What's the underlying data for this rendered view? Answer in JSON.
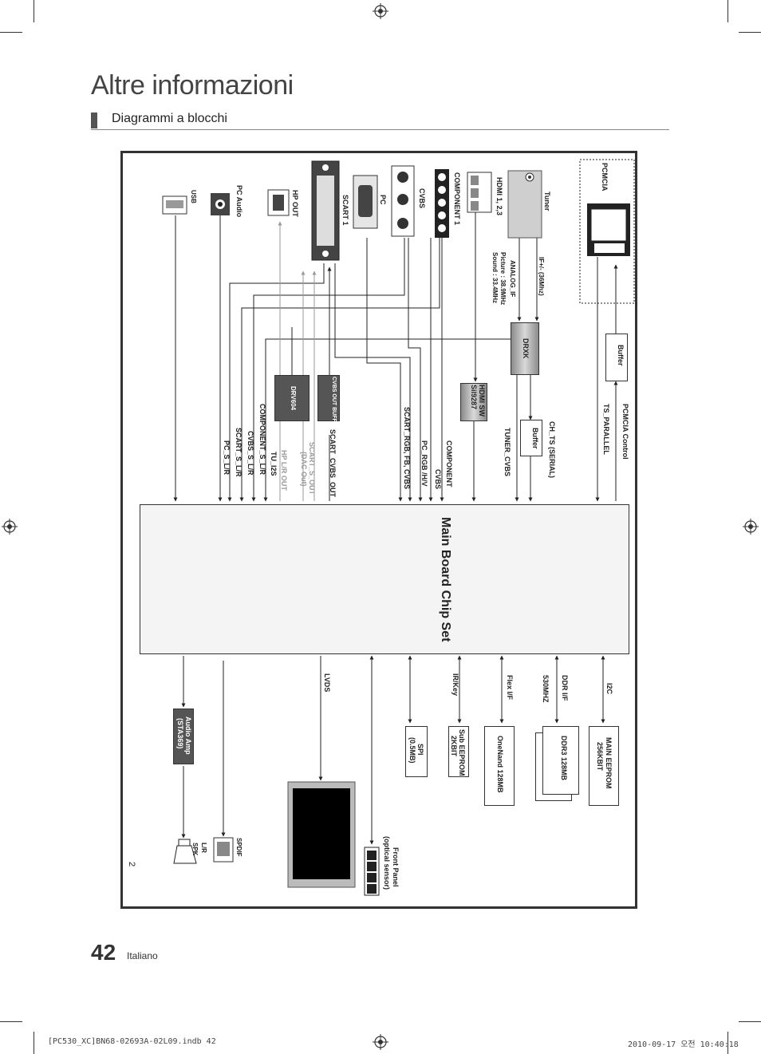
{
  "page": {
    "title": "Altre informazioni",
    "section_title": "Diagrammi a blocchi",
    "page_number": "42",
    "language": "Italiano",
    "footer_file": "[PC530_XC]BN68-02693A-02L09.indb   42",
    "footer_date": "2010-09-17   오전 10:40:18"
  },
  "diagram": {
    "chipset": "Main Board Chip Set",
    "inputs": {
      "pcmcia": "PCMCIA",
      "tuner": "Tuner",
      "hdmi": "HDMI 1, 2,3",
      "component": "COMPONENT 1",
      "cvbs": "CVBS",
      "pc": "PC",
      "scart": "SCART 1",
      "hp_out": "HP OUT",
      "pc_audio": "PC Audio",
      "usb": "USB"
    },
    "tuner_notes": {
      "if": "IF+/- (36Mhz)",
      "analog_if": "ANALOG_IF",
      "picture": "Picture : 38.9MHz",
      "sound": "Sound : 33.4MHz"
    },
    "blocks": {
      "buffer_top": "Buffer",
      "drxk": "DRXK",
      "buffer_mid": "Buffer",
      "hdmi_sw": "HDMI SW",
      "hdmi_sw_part": "Sil9287",
      "cvbs_out_buffer": "CVBS OUT BUFFER",
      "drv": "DRV604",
      "audio_amp": "Audio Amp",
      "audio_amp_part": "(STA369)",
      "main_eeprom": "MAIN EEPROM",
      "main_eeprom_size": "256KBIT",
      "ddr": "DDR3 128MB",
      "onenand": "OneNand 128MB",
      "sub_eeprom": "Sub EEPROM",
      "sub_eeprom_size": "2KBIT",
      "spi": "SPI",
      "spi_size": "(0.5MB)"
    },
    "signals": {
      "pcmcia_control": "PCMCIA Control",
      "ts_parallel": "TS_PARALLEL",
      "ch_ts": "CH_TS (SERIAL)",
      "tuner_cvbs": "TUNER_CVBS",
      "component": "COMPONENT",
      "cvbs": "CVBS",
      "pc_rgb": "PC_RGB /H/V",
      "scart_rgb": "SCART_RGB, FB, CVBS",
      "scart_cvbs_out": "SCART_CVBS_OUT",
      "scart_s_out": "SCART_S_OUT",
      "dac_out": "(DAC Out)",
      "hp_lr_out": "HP L/R OUT",
      "tu_i2s": "TU_I2S",
      "component_s_lr": "COMPONENT_S_L/R",
      "cvbs_s_lr": "CVBS_S_L/R",
      "scart_s_lr": "SCART_S_L/R",
      "pc_s_lr": "PC_S_L/R",
      "i2c": "I2C",
      "ddr_if": "DDR I/F",
      "ddr_speed": "530MHZ",
      "flex_if": "Flex I/F",
      "ir_key": "IR/Key",
      "lvds": "LVDS"
    },
    "outputs": {
      "front_panel": "Front Panel",
      "optical_sensor": "(optical sensor)",
      "spdif": "SPDIF",
      "lr": "L/R",
      "spk": "SPK"
    },
    "corner_mark": "2"
  }
}
